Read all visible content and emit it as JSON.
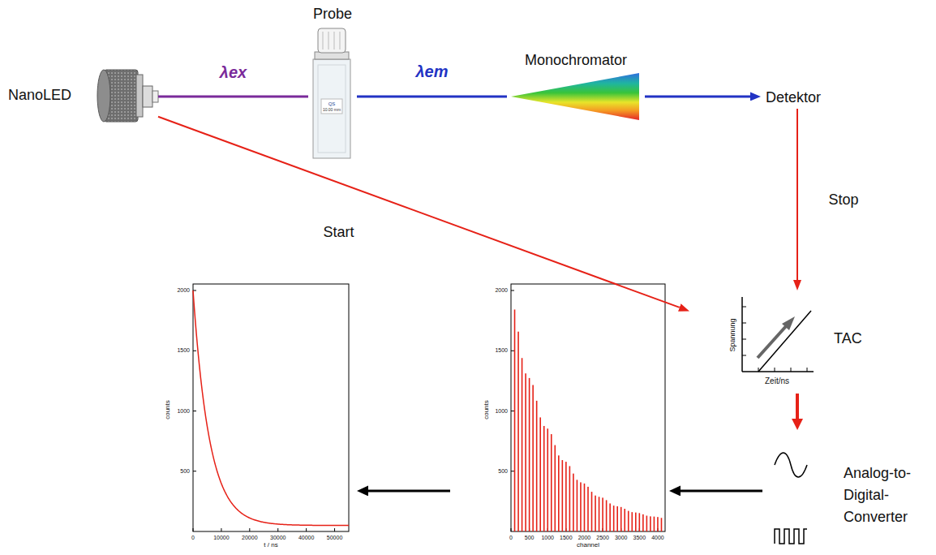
{
  "diagram": {
    "nodes": [
      {
        "text": [
          "NanoLED"
        ]
      },
      {
        "text": [
          "Probe"
        ]
      },
      {
        "text": [
          "Monochromator"
        ]
      },
      {
        "text": [
          "Detektor"
        ]
      },
      {
        "text": [
          "Spannung",
          "Zeit/ns",
          "TAC"
        ]
      },
      {
        "text": [
          "Analog-to- Digital- Converter"
        ]
      },
      {
        "text": [
          "counts",
          "channel"
        ]
      },
      {
        "text": [
          "counts",
          "t / ns"
        ]
      }
    ],
    "edges": [
      {
        "from": 0,
        "to": 1,
        "arrow": "none",
        "label": "λex"
      },
      {
        "from": 1,
        "to": 2,
        "arrow": "none",
        "label": "λem"
      },
      {
        "from": 2,
        "to": 3,
        "arrow": "to"
      },
      {
        "from": 0,
        "to": 4,
        "arrow": "to",
        "label": "Start"
      },
      {
        "from": 3,
        "to": 4,
        "arrow": "to",
        "label": "Stop"
      },
      {
        "from": 4,
        "to": 5,
        "arrow": "to"
      },
      {
        "from": 5,
        "to": 6,
        "arrow": "to"
      },
      {
        "from": 6,
        "to": 7,
        "arrow": "to"
      }
    ],
    "labels": [
      "QS",
      "10.00 mm",
      "2000",
      "1500",
      "1000",
      "500",
      "0",
      "10000",
      "20000",
      "30000",
      "40000",
      "50000",
      "2000",
      "1500",
      "1000",
      "500",
      "0",
      "500",
      "1000",
      "1500",
      "2000",
      "2500",
      "3000",
      "3500",
      "4000"
    ]
  }
}
